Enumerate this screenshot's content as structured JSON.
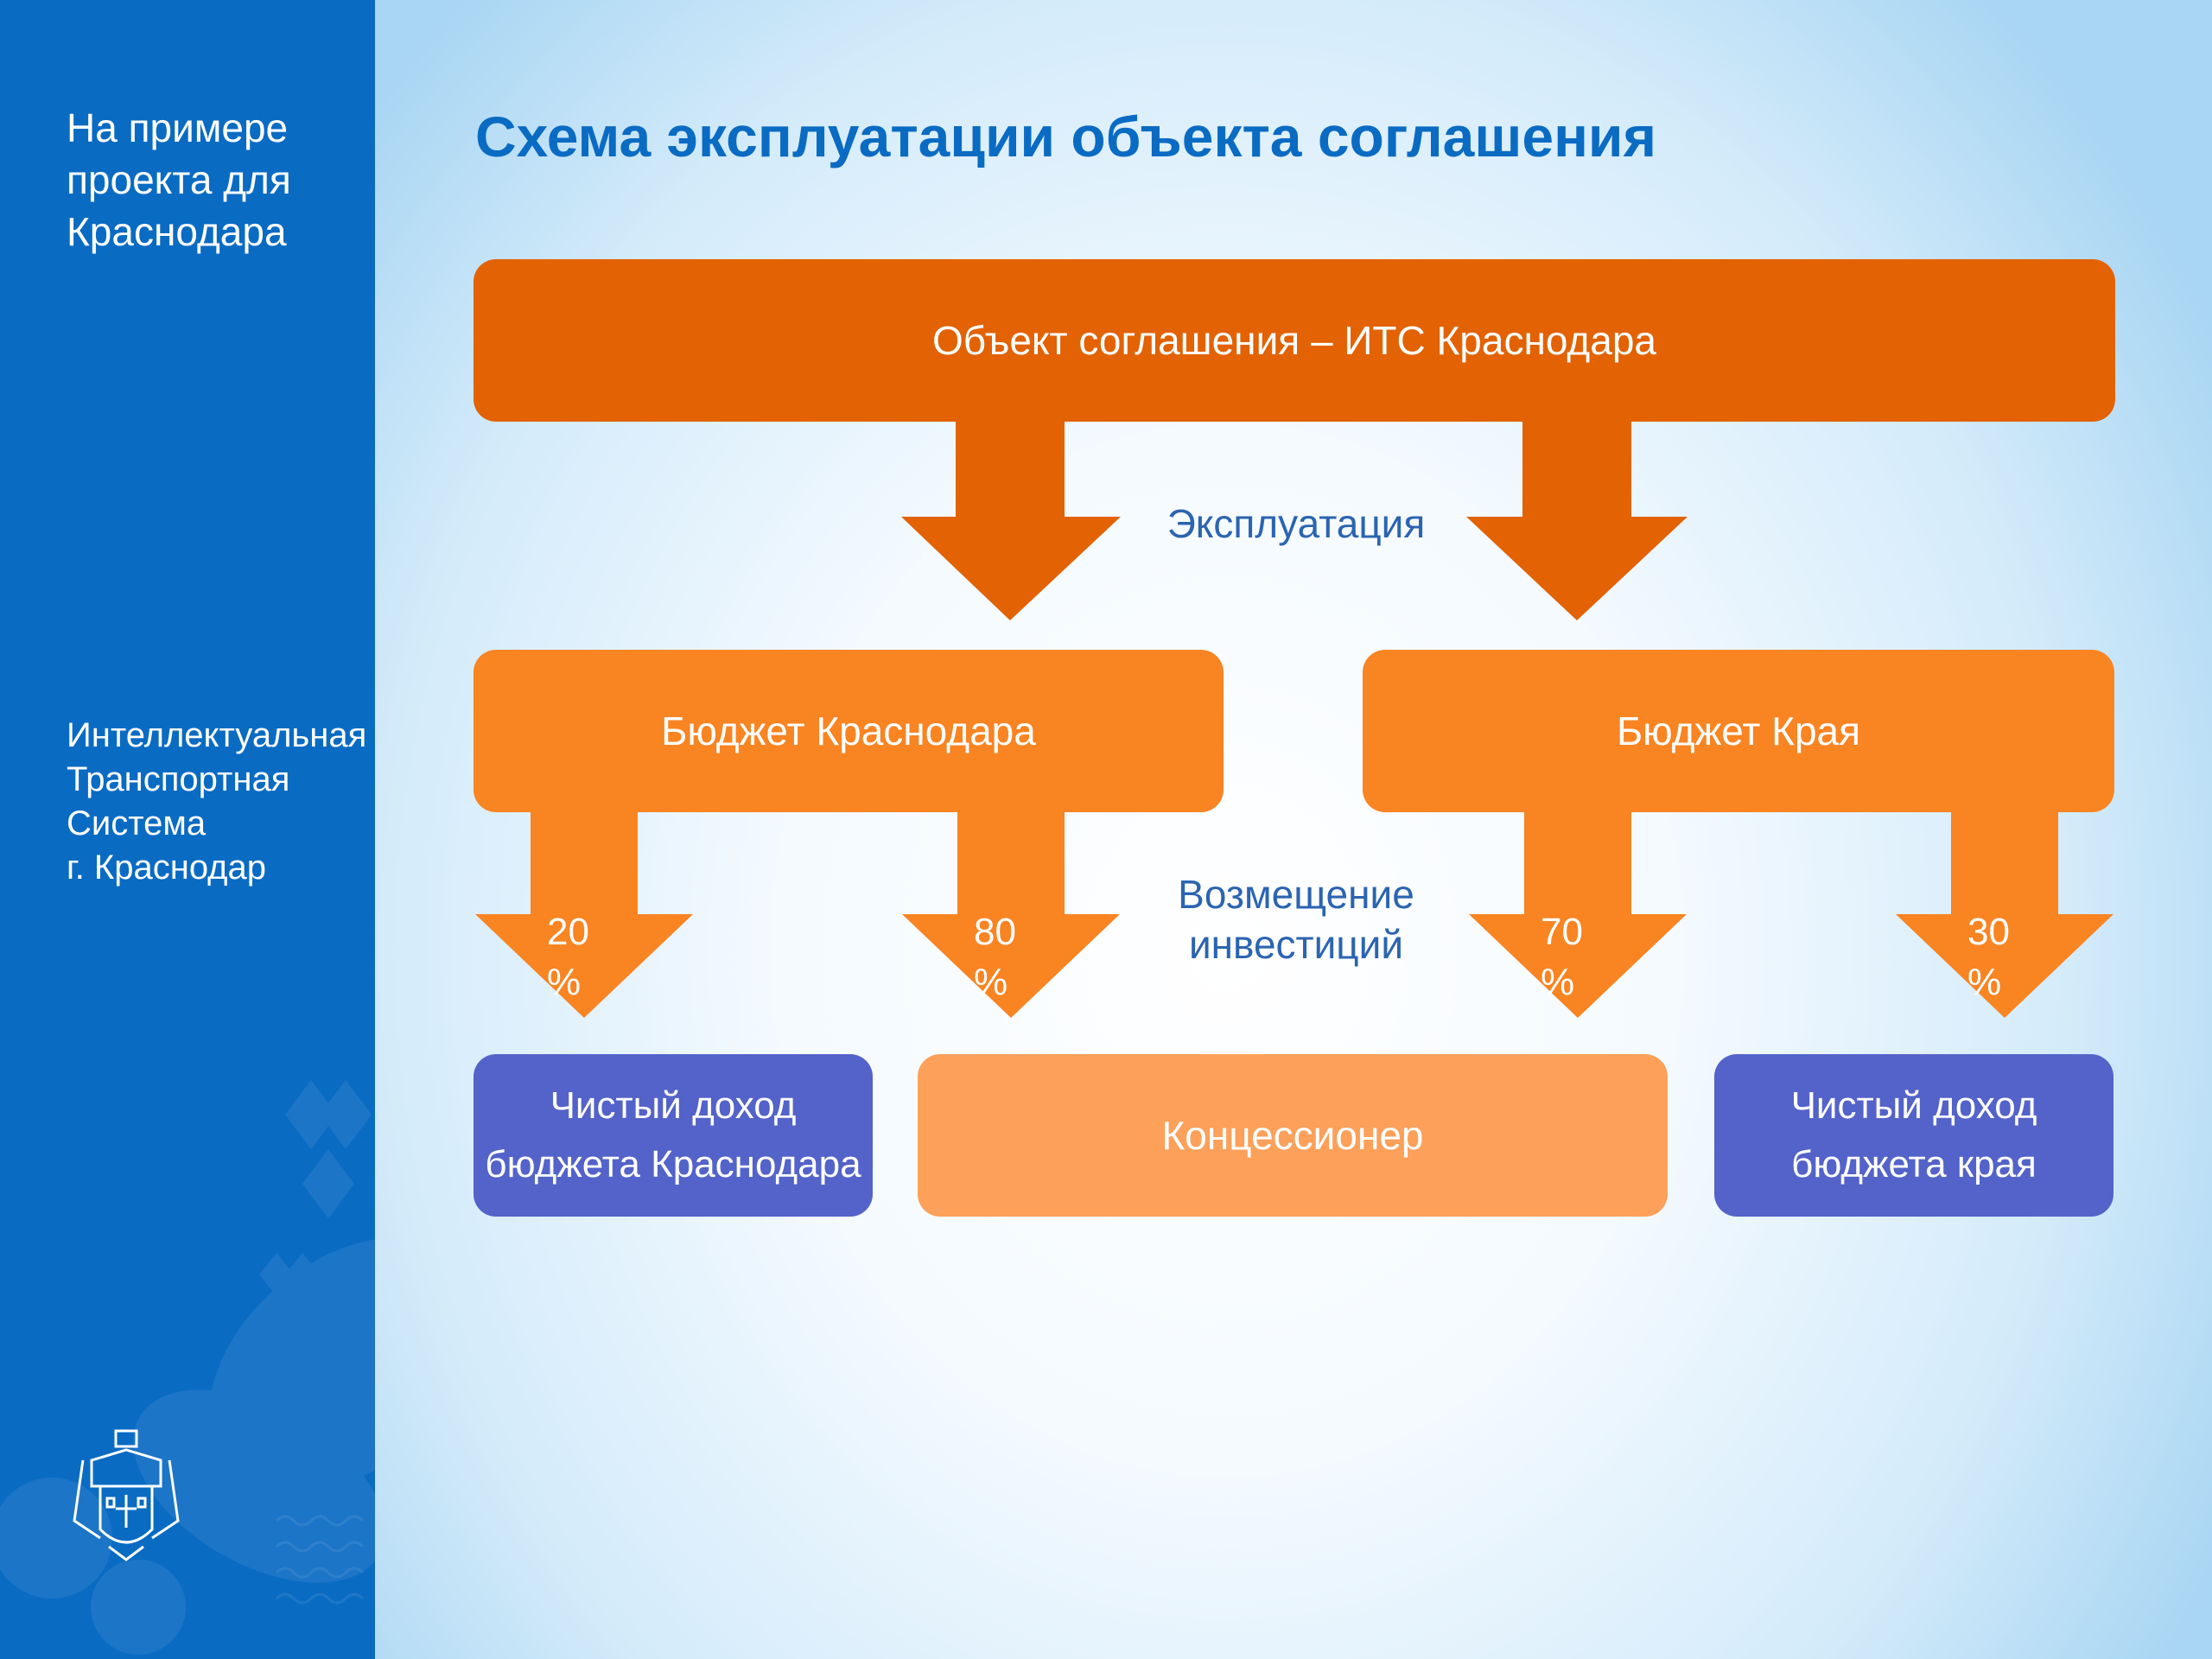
{
  "sidebar": {
    "heading": "На примере проекта для Краснодара",
    "description": "Интеллектуальная\nТранспортная\nСистема\nг. Краснодар"
  },
  "slide": {
    "title": "Схема эксплуатации объекта соглашения"
  },
  "diagram": {
    "top_box": "Объект соглашения – ИТС Краснодара",
    "exploitation_label": "Эксплуатация",
    "budget_city": "Бюджет Краснодара",
    "budget_region": "Бюджет Края",
    "reimbursement_label": "Возмещение инвестиций",
    "percentages": {
      "city_to_income": "20 %",
      "city_to_concession": "80 %",
      "region_to_concession": "70 %",
      "region_to_income": "30 %"
    },
    "income_city": "Чистый доход бюджета Краснодара",
    "concessionaire": "Концессионер",
    "income_region": "Чистый доход бюджета края"
  },
  "colors": {
    "sidebar": "#0a6bc3",
    "title": "#0a6bc3",
    "top_box": "#e26204",
    "budget_boxes": "#f98422",
    "concession_box": "#fca05a",
    "income_boxes": "#5363c9",
    "arrow_dark": "#e26204",
    "arrow_light": "#f98422",
    "label_blue": "#2b64b1"
  },
  "icons": {
    "emblem": "coat-of-arms-icon"
  }
}
